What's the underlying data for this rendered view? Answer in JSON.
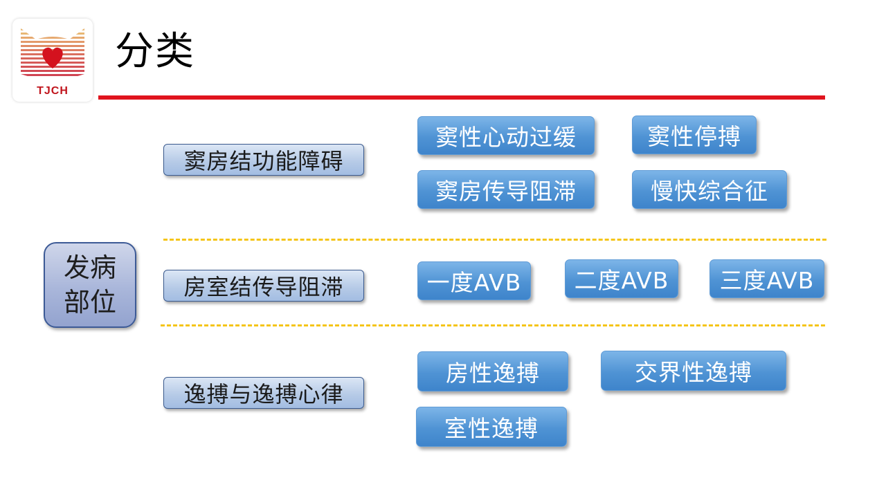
{
  "logo": {
    "text": "TJCH"
  },
  "title": "分类",
  "root": {
    "line1": "发病",
    "line2": "部位"
  },
  "categories": [
    {
      "label": "窦房结功能障碍",
      "items": [
        "窦性心动过缓",
        "窦性停搏",
        "窦房传导阻滞",
        "慢快综合征"
      ]
    },
    {
      "label": "房室结传导阻滞",
      "items": [
        "一度AVB",
        "二度AVB",
        "三度AVB"
      ]
    },
    {
      "label": "逸搏与逸搏心律",
      "items": [
        "房性逸搏",
        "交界性逸搏",
        "室性逸搏"
      ]
    }
  ],
  "colors": {
    "title_rule": "#e0141e",
    "divider": "#f5c518",
    "leaf_box": "#4f93d4",
    "category_box": "#b4c9e6",
    "root_box": "#a9b6da"
  }
}
